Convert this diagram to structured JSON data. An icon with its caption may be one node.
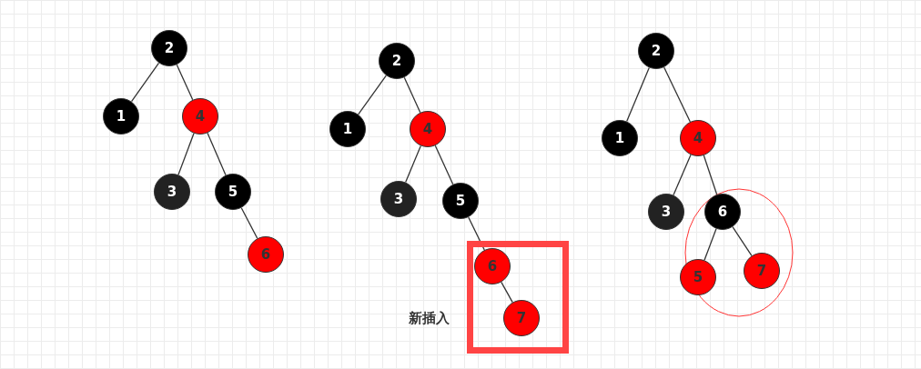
{
  "diagram": {
    "nodes": [
      {
        "text": [
          "2"
        ]
      },
      {
        "text": [
          "1"
        ]
      },
      {
        "text": [
          "4"
        ]
      },
      {
        "text": [
          "3"
        ]
      },
      {
        "text": [
          "5"
        ]
      },
      {
        "text": [
          "6"
        ]
      },
      {
        "text": [
          "2"
        ]
      },
      {
        "text": [
          "1"
        ]
      },
      {
        "text": [
          "4"
        ]
      },
      {
        "text": [
          "3"
        ]
      },
      {
        "text": [
          "5"
        ]
      },
      {
        "text": [],
        "shape": "box"
      },
      {
        "text": [
          "6"
        ],
        "in": 11
      },
      {
        "text": [
          "7"
        ],
        "in": 11
      },
      {
        "text": [
          "2"
        ]
      },
      {
        "text": [
          "1"
        ]
      },
      {
        "text": [
          "4"
        ]
      },
      {
        "text": [
          "3"
        ]
      },
      {
        "text": [
          "6"
        ]
      },
      {
        "text": [
          "5"
        ]
      },
      {
        "text": [
          "7"
        ]
      }
    ],
    "edges": [
      {
        "from": 0,
        "to": 1,
        "arrow": "none"
      },
      {
        "from": 0,
        "to": 2,
        "arrow": "none"
      },
      {
        "from": 2,
        "to": 3,
        "arrow": "none"
      },
      {
        "from": 2,
        "to": 4,
        "arrow": "none"
      },
      {
        "from": 4,
        "to": 5,
        "arrow": "none"
      },
      {
        "from": 6,
        "to": 7,
        "arrow": "none"
      },
      {
        "from": 6,
        "to": 8,
        "arrow": "none"
      },
      {
        "from": 8,
        "to": 9,
        "arrow": "none"
      },
      {
        "from": 8,
        "to": 10,
        "arrow": "none"
      },
      {
        "from": 10,
        "to": 12,
        "arrow": "none"
      },
      {
        "from": 12,
        "to": 13,
        "arrow": "none"
      },
      {
        "from": 14,
        "to": 15,
        "arrow": "none"
      },
      {
        "from": 14,
        "to": 16,
        "arrow": "none"
      },
      {
        "from": 16,
        "to": 17,
        "arrow": "none"
      },
      {
        "from": 16,
        "to": 18,
        "arrow": "none"
      },
      {
        "from": 18,
        "to": 19,
        "arrow": "none"
      },
      {
        "from": 18,
        "to": 20,
        "arrow": "none"
      }
    ],
    "labels": [
      "新插入"
    ]
  }
}
